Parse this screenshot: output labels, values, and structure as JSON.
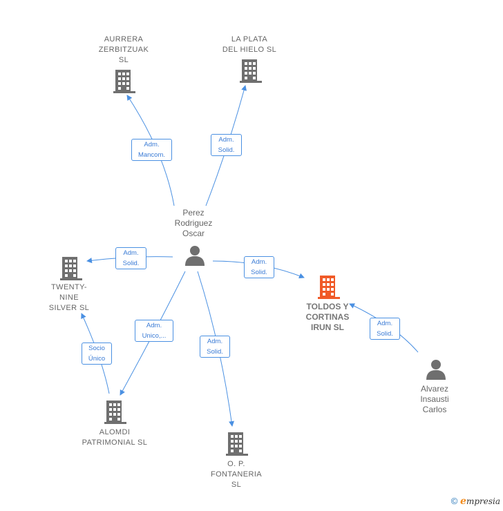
{
  "colors": {
    "edge": "#4a90e2",
    "building_default": "#6f6f6f",
    "building_highlight": "#f05a28",
    "person": "#6f6f6f"
  },
  "nodes": {
    "aurrera": {
      "label": "AURRERA\nZERBITZUAK\nSL",
      "icon": "building-icon"
    },
    "laplata": {
      "label": "LA PLATA\nDEL HIELO SL",
      "icon": "building-icon"
    },
    "perez": {
      "label": "Perez\nRodriguez\nOscar",
      "icon": "person-icon"
    },
    "twentynine": {
      "label": "TWENTY-\nNINE\nSILVER SL",
      "icon": "building-icon"
    },
    "toldos": {
      "label": "TOLDOS Y\nCORTINAS\nIRUN  SL",
      "icon": "building-icon"
    },
    "alomdi": {
      "label": "ALOMDI\nPATRIMONIAL SL",
      "icon": "building-icon"
    },
    "fontaneria": {
      "label": "O. P.\nFONTANERIA\nSL",
      "icon": "building-icon"
    },
    "alvarez": {
      "label": "Alvarez\nInsausti\nCarlos",
      "icon": "person-icon"
    }
  },
  "edges": {
    "perez_aurrera": "Adm.\nMancom.",
    "perez_laplata": "Adm.\nSolid.",
    "perez_twentynine": "Adm.\nSolid.",
    "perez_toldos": "Adm.\nSolid.",
    "perez_alomdi": "Adm.\nUnico,...",
    "perez_fontaneria": "Adm.\nSolid.",
    "alomdi_twentynine": "Socio\nÚnico",
    "alvarez_toldos": "Adm.\nSolid."
  },
  "footer": {
    "copyright": "©",
    "brand_initial": "e",
    "brand_rest": "mpresia"
  }
}
